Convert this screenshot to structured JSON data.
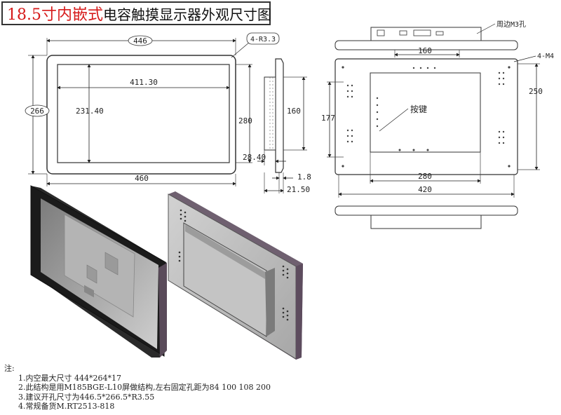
{
  "title": {
    "red": "18.5寸内嵌式",
    "black": "电容触摸显示器外观尺寸图"
  },
  "dimensions": {
    "outer_width": "446",
    "outer_height": "266",
    "corner": "4-R3.3",
    "inner_width": "411.30",
    "inner_height": "231.40",
    "height_280": "280",
    "width_460": "460",
    "side_height": "160",
    "side_depth": "28.40",
    "side_thin": "1.8",
    "side_total": "21.50",
    "back_160": "160",
    "back_250": "250",
    "back_177": "177",
    "back_280": "280",
    "back_420": "420",
    "m3": "周边M3孔",
    "m4": "4-M4",
    "button": "按键"
  },
  "notes": {
    "label": "注:",
    "items": [
      "1.内空最大尺寸 444*264*17",
      "2.此结构是用M185BGE-L10屏做结构,左右固定孔距为84 100 108 200",
      "3.建议开孔尺寸为446.5*266.5*R3.55",
      "4.常规备货M.RT2513-818"
    ]
  }
}
